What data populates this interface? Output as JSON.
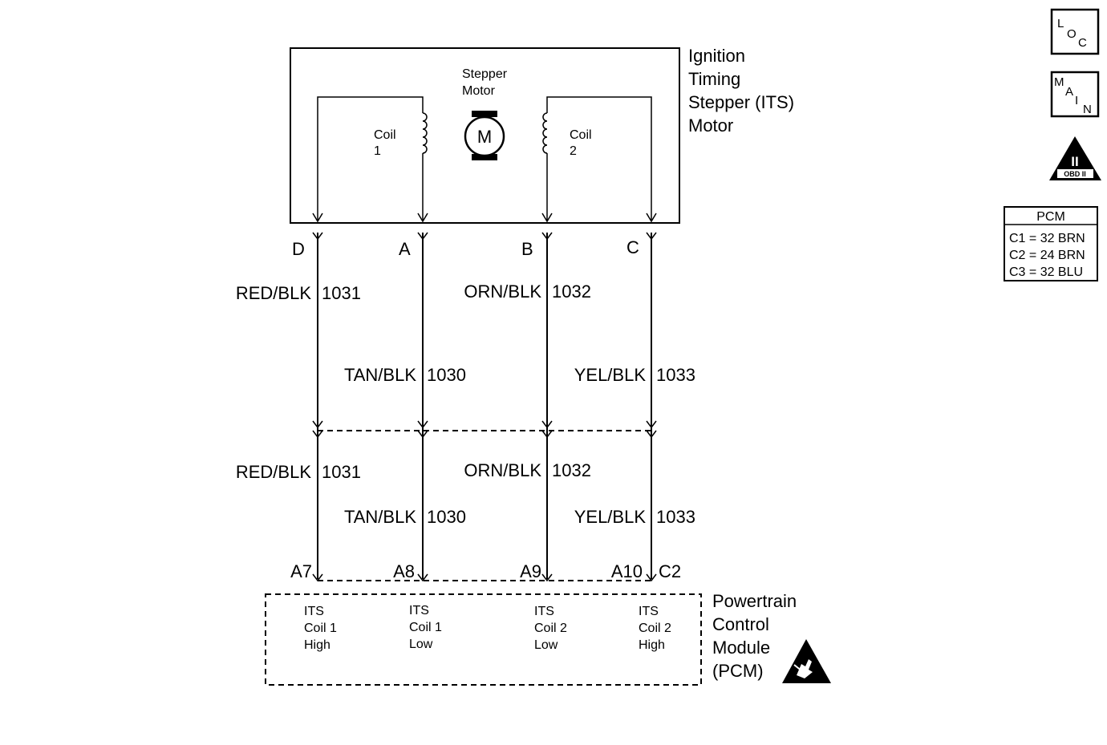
{
  "component": {
    "title_lines": [
      "Ignition",
      "Timing",
      "Stepper (ITS)",
      "Motor"
    ],
    "motor_label_lines": [
      "Stepper",
      "Motor"
    ],
    "motor_symbol": "M",
    "coil1_lines": [
      "Coil",
      "1"
    ],
    "coil2_lines": [
      "Coil",
      "2"
    ]
  },
  "wires": [
    {
      "pin": "D",
      "color": "RED/BLK",
      "circuit": "1031",
      "pcm_pin": "A7"
    },
    {
      "pin": "A",
      "color": "TAN/BLK",
      "circuit": "1030",
      "pcm_pin": "A8"
    },
    {
      "pin": "B",
      "color": "ORN/BLK",
      "circuit": "1032",
      "pcm_pin": "A9"
    },
    {
      "pin": "C",
      "color": "YEL/BLK",
      "circuit": "1033",
      "pcm_pin": "A10"
    }
  ],
  "pcm_extra_pin": "C2",
  "pcm": {
    "title_lines": [
      "Powertrain",
      "Control",
      "Module",
      "(PCM)"
    ],
    "terminals": [
      [
        "ITS",
        "Coil 1",
        "High"
      ],
      [
        "ITS",
        "Coil 1",
        "Low"
      ],
      [
        "ITS",
        "Coil 2",
        "Low"
      ],
      [
        "ITS",
        "Coil 2",
        "High"
      ]
    ]
  },
  "side_icons": {
    "loc": {
      "letters": [
        "L",
        "O",
        "C"
      ],
      "icon": "loc-icon"
    },
    "main": {
      "letters": [
        "M",
        "A",
        "I",
        "N"
      ],
      "icon": "main-icon"
    },
    "obd": {
      "numeral": "II",
      "label": "OBD II",
      "icon": "obd-ii-icon"
    },
    "esd": {
      "icon": "esd-warning-icon"
    }
  },
  "connector_table": {
    "header": "PCM",
    "rows": [
      "C1 = 32 BRN",
      "C2 = 24 BRN",
      "C3 = 32 BLU"
    ]
  }
}
